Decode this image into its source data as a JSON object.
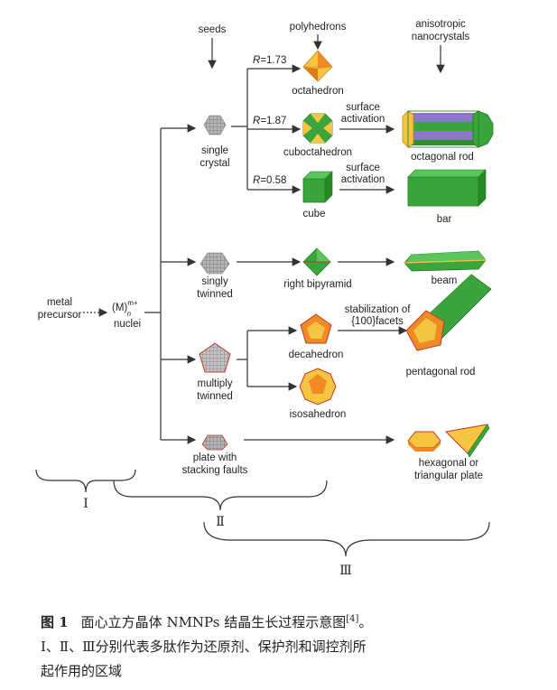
{
  "headers": {
    "seeds": "seeds",
    "polyhedrons": "polyhedrons",
    "anisotropic_1": "anisotropic",
    "anisotropic_2": "nanocrystals"
  },
  "left": {
    "metal_1": "metal",
    "metal_2": "precursor",
    "nuclei_m": "(M)",
    "nuclei_sup": "m+",
    "nuclei_sub": "n",
    "nuclei": "nuclei"
  },
  "seeds": {
    "single_1": "single",
    "single_2": "crystal",
    "singly_1": "singly",
    "singly_2": "twinned",
    "multiply_1": "multiply",
    "multiply_2": "twinned",
    "plate_1": "plate with",
    "plate_2": "stacking faults"
  },
  "ratios": {
    "r_label": "R",
    "r1": "=1.73",
    "r2": "=1.87",
    "r3": "=0.58"
  },
  "polyhedrons": {
    "octahedron": "octahedron",
    "cuboctahedron": "cuboctahedron",
    "cube": "cube",
    "right_bipyramid": "right bipyramid",
    "decahedron": "decahedron",
    "isosahedron": "isosahedron"
  },
  "arrows": {
    "surface_1": "surface",
    "activation_1": "activation",
    "surface_2": "surface",
    "activation_2": "activation",
    "stab_1": "stabilization of",
    "stab_2": "{100}facets"
  },
  "products": {
    "octagonal_rod": "octagonal rod",
    "bar": "bar",
    "beam": "beam",
    "pentagonal_rod": "pentagonal rod",
    "hex_1": "hexagonal or",
    "hex_2": "triangular plate"
  },
  "braces": {
    "one": "Ⅰ",
    "two": "Ⅱ",
    "three": "Ⅲ"
  },
  "caption": {
    "fig_label": "图 1",
    "text": "面心立方晶体 NMNPs 结晶生长过程示意图",
    "ref": "[4]",
    "period": "。",
    "line2": "Ⅰ、Ⅱ、Ⅲ分别代表多肽作为还原剂、保护剂和调控剂所",
    "line3": "起作用的区域"
  },
  "colors": {
    "green": "#3aa53a",
    "dark_green": "#1f7a1f",
    "yellow": "#f2c230",
    "orange": "#f08a24",
    "purple": "#8a78c8",
    "grey": "#9a9a9a"
  }
}
